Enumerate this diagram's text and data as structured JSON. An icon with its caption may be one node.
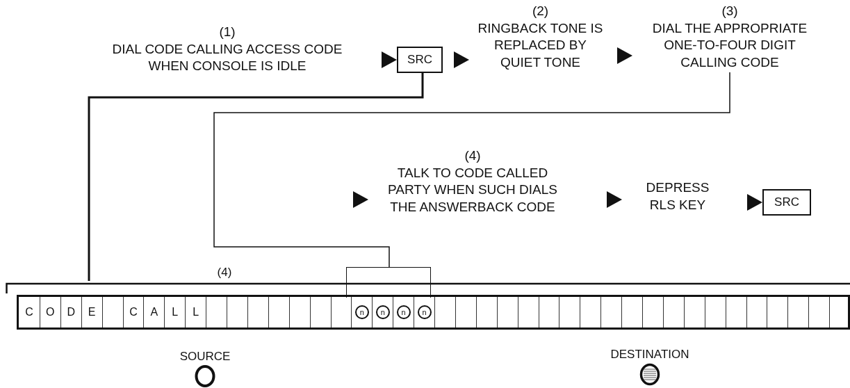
{
  "diagram": {
    "nodes": [
      {
        "text": [
          "(1)",
          "DIAL CODE CALLING ACCESS CODE WHEN CONSOLE IS IDLE"
        ]
      },
      {
        "text": [
          "SRC"
        ]
      },
      {
        "text": [
          "(2)",
          "RINGBACK TONE IS REPLACED BY QUIET TONE"
        ]
      },
      {
        "text": [
          "(3)",
          "DIAL THE APPROPRIATE ONE-TO-FOUR DIGIT CALLING CODE"
        ]
      },
      {
        "text": [
          "(4)",
          "TALK TO CODE CALLED PARTY WHEN SUCH DIALS THE ANSWERBACK CODE"
        ]
      },
      {
        "text": [
          "DEPRESS RLS KEY"
        ]
      },
      {
        "text": [
          "SRC"
        ]
      },
      {
        "text": [],
        "shape": "bar"
      },
      {
        "text": [],
        "shape": "box"
      }
    ],
    "edges": [
      {
        "from": 0,
        "to": 1,
        "arrow": "to"
      },
      {
        "from": 1,
        "to": 2,
        "arrow": "to"
      },
      {
        "from": 2,
        "to": 3,
        "arrow": "to"
      },
      {
        "from": null,
        "to": 4,
        "arrow": "to"
      },
      {
        "from": 4,
        "to": 5,
        "arrow": "to"
      },
      {
        "from": 5,
        "to": 6,
        "arrow": "to"
      },
      {
        "from": 1,
        "to": 7,
        "arrow": "none",
        "style": "thick"
      },
      {
        "from": 3,
        "to": 8,
        "arrow": "none"
      }
    ],
    "labels": [
      "(4)",
      "C",
      "O",
      "D",
      "E",
      "C",
      "A",
      "L",
      "L",
      "n",
      "n",
      "n",
      "n",
      "SOURCE",
      "DESTINATION"
    ]
  }
}
